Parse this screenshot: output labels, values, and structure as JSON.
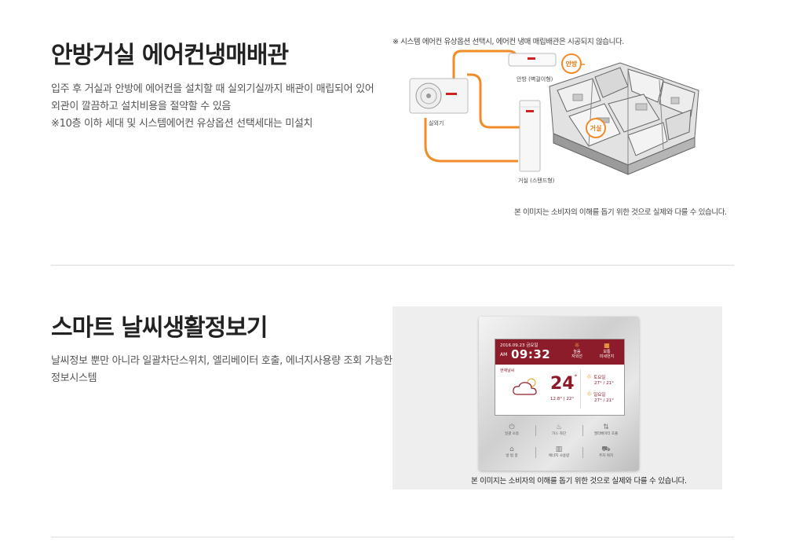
{
  "section1": {
    "title": "안방거실 에어컨냉매배관",
    "desc": [
      "입주 후 거실과 안방에 에어컨을 설치할 때 실외기실까지 배관이 매립되어 있어",
      "외관이 깔끔하고 설치비용을 절약할 수 있음",
      "※10층 이하 세대 및 시스템에어컨 유상옵션 선택세대는 미설치"
    ],
    "diagram": {
      "note": "※ 시스템 에어컨 유상옵션 선택시, 에어컨 냉매 매립배관은 시공되지 않습니다.",
      "outdoor_label": "실외기",
      "wall_label": "안방 (벽걸이형)",
      "stand_label": "거실 (스탠드형)",
      "bubble_bedroom": "안방",
      "bubble_living": "거실",
      "caption": "본 이미지는 소비자의 이해를 돕기 위한 것으로 실제와 다를 수 있습니다.",
      "pipe_color": "#f28c28"
    }
  },
  "section2": {
    "title": "스마트 날씨생활정보기",
    "desc": [
      "날씨정보 뿐만 아니라 일괄차단스위치, 엘리베이터 호출, 에너지사용량 조회 가능한",
      "정보시스템"
    ],
    "device": {
      "date": "2016.09.23 금요일",
      "ampm": "AM",
      "time": "09:32",
      "status1_top": "높음",
      "status1_bottom": "자외선",
      "status2_top": "보통",
      "status2_bottom": "미세먼지",
      "current_label": "현재날씨",
      "temperature": "24",
      "temp_unit": "°",
      "minmax": "12.8° | 22°",
      "fc1_day": "토요일",
      "fc1_temp": "27° / 21°",
      "fc2_day": "일요일",
      "fc2_temp": "27° / 21°",
      "buttons": [
        {
          "icon": "power-icon",
          "label": "일괄 소등"
        },
        {
          "icon": "gas-icon",
          "label": "가스 차단"
        },
        {
          "icon": "elevator-icon",
          "label": "엘리베이터 호출"
        },
        {
          "icon": "security-icon",
          "label": "방 범 중"
        },
        {
          "icon": "energy-icon",
          "label": "에너지 사용량"
        },
        {
          "icon": "parking-icon",
          "label": "주차 위치"
        }
      ],
      "accent_color": "#8c1c2a"
    },
    "caption": "본 이미지는 소비자의 이해를 돕기 위한 것으로 실제와 다를 수 있습니다."
  }
}
